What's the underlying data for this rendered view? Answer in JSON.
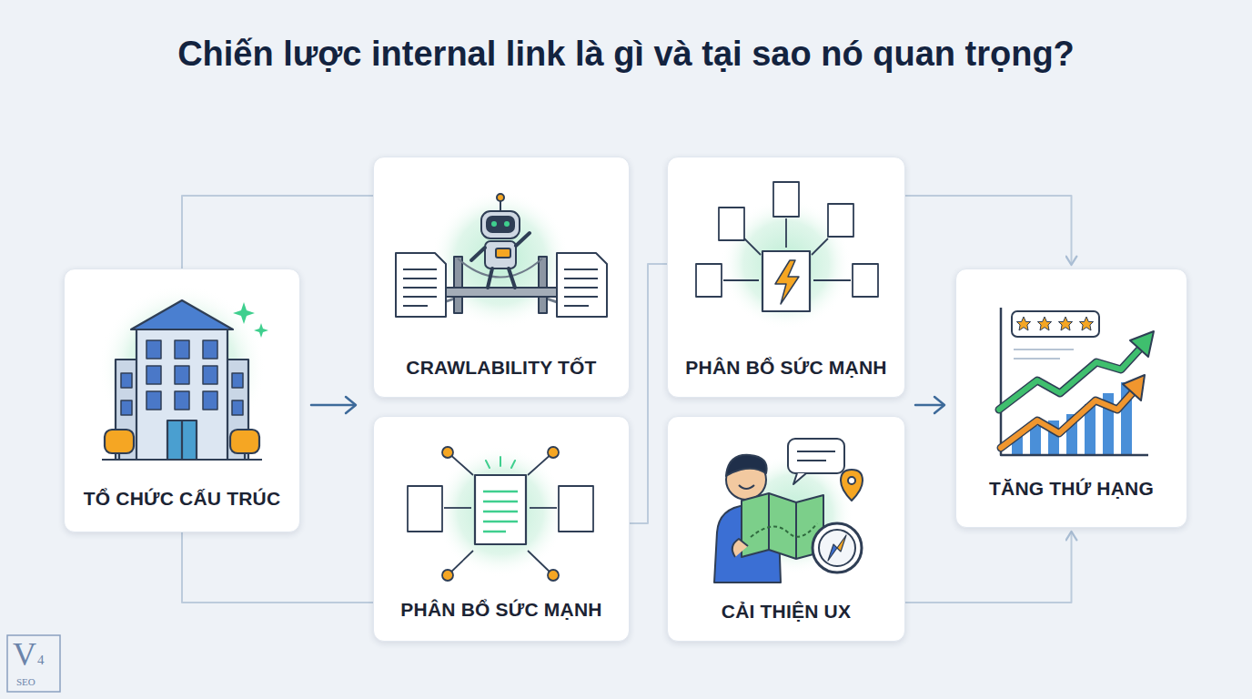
{
  "diagram": {
    "title": "Chiến lược internal link là gì và tại sao nó quan trọng?",
    "nodes": [
      {
        "text": [
          "TỔ CHỨC CẤU TRÚC"
        ]
      },
      {
        "text": [
          "CRAWLABILITY TỐT"
        ]
      },
      {
        "text": [
          "PHÂN BỔ SỨC MẠNH"
        ]
      },
      {
        "text": [
          "PHÂN BỔ SỨC MẠNH"
        ]
      },
      {
        "text": [
          "CẢI THIỆN UX"
        ]
      },
      {
        "text": [
          "TĂNG THỨ HẠNG"
        ]
      }
    ],
    "edges": [
      {
        "from": 0,
        "to": 1,
        "arrow": "none"
      },
      {
        "from": 0,
        "to": 3,
        "arrow": "none"
      },
      {
        "from": 3,
        "to": 2,
        "arrow": "none"
      },
      {
        "from": 2,
        "to": 5,
        "arrow": "to"
      },
      {
        "from": 4,
        "to": 5,
        "arrow": "to"
      }
    ],
    "labels": [
      "V",
      "4",
      "SEO"
    ]
  }
}
